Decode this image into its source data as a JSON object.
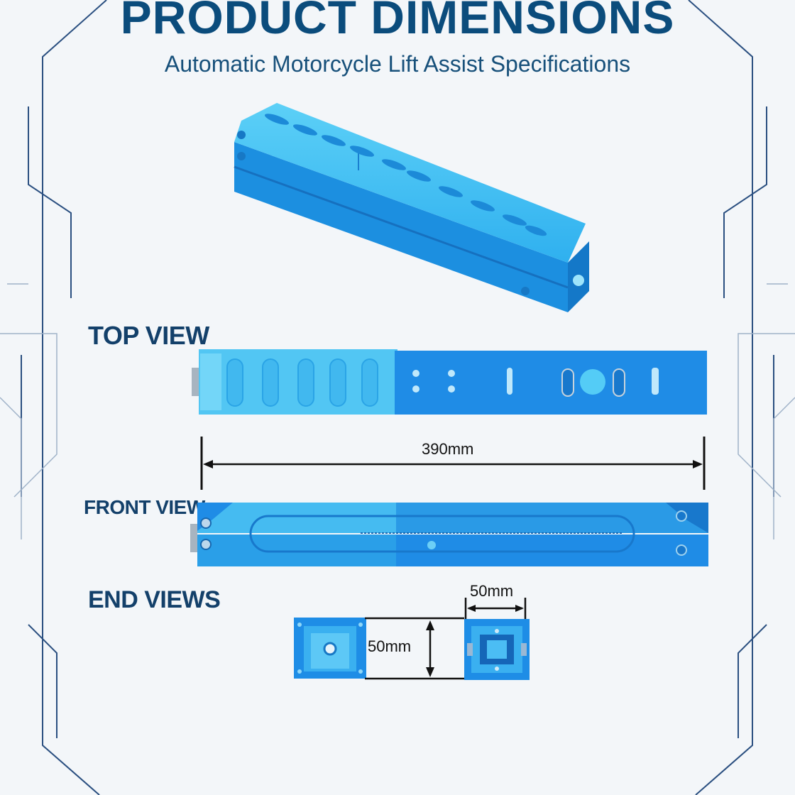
{
  "header": {
    "title": "PRODUCT DIMENSIONS",
    "subtitle": "Automatic Motorcycle Lift Assist Specifications"
  },
  "views": {
    "top": "TOP VIEW",
    "front": "FRONT VIEW",
    "end": "END VIEWS"
  },
  "dimensions": {
    "length": "390mm",
    "height": "50mm",
    "width": "50mm"
  },
  "colors": {
    "title": "#0b4c7c",
    "label": "#13406a",
    "product_blue": "#1e8fe6",
    "product_light": "#4ec3f2",
    "frame_line": "#1a3d6b"
  },
  "icons": [
    "product-3d-render",
    "top-view-drawing",
    "front-view-drawing",
    "end-view-left",
    "end-view-right"
  ]
}
